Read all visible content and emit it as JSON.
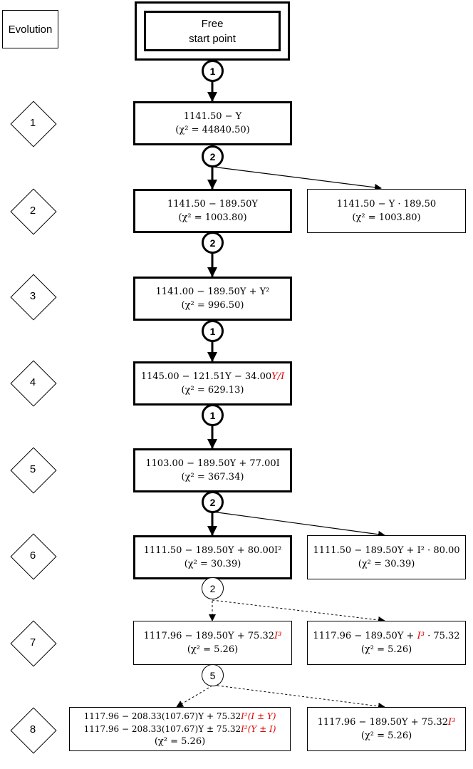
{
  "evolution_label": "Evolution",
  "start": {
    "line1": "Free",
    "line2": "start point"
  },
  "steps": [
    "1",
    "2",
    "3",
    "4",
    "5",
    "6",
    "7",
    "8"
  ],
  "nodes": {
    "n1": {
      "expr": "1141.50 − Y",
      "chi": "(χ² = 44840.50)"
    },
    "n2": {
      "expr": "1141.50 − 189.50Y",
      "chi": "(χ² = 1003.80)"
    },
    "n2b": {
      "expr": "1141.50 − Y · 189.50",
      "chi": "(χ² = 1003.80)"
    },
    "n3": {
      "expr": "1141.00 − 189.50Y + Y²",
      "chi": "(χ² = 996.50)"
    },
    "n4": {
      "expr_a": "1145.00 − 121.51Y − 34.00",
      "expr_red": "Y/I",
      "chi": "(χ² = 629.13)"
    },
    "n5": {
      "expr": "1103.00 − 189.50Y + 77.00I",
      "chi": "(χ² = 367.34)"
    },
    "n6": {
      "expr": "1111.50 − 189.50Y + 80.00I²",
      "chi": "(χ² = 30.39)"
    },
    "n6b": {
      "expr": "1111.50 − 189.50Y + I² · 80.00",
      "chi": "(χ² = 30.39)"
    },
    "n7": {
      "expr_a": "1117.96 − 189.50Y + 75.32",
      "expr_red": "I³",
      "chi": "(χ² = 5.26)"
    },
    "n7b": {
      "expr_a": "1117.96 − 189.50Y + ",
      "expr_red": "I³",
      "expr_b": " · 75.32",
      "chi": "(χ² = 5.26)"
    },
    "n8": {
      "l1_a": "1117.96 − 208.33(107.67)Y + 75.32",
      "l1_red": "I²(I ± Y)",
      "l2_a": "1117.96 − 208.33(107.67)Y ± 75.32",
      "l2_red": "I²(Y ± I)",
      "chi": "(χ² = 5.26)"
    },
    "n8b": {
      "expr_a": "1117.96 − 189.50Y + 75.32",
      "expr_red": "I³",
      "chi": "(χ² = 5.26)"
    }
  },
  "badges": {
    "b1": "1",
    "b2": "2",
    "b3": "2",
    "b4": "1",
    "b5": "1",
    "b6": "2",
    "b7": "2",
    "b8": "5"
  },
  "colors": {
    "highlight": "#e00000",
    "line": "#000000",
    "background": "#ffffff"
  }
}
